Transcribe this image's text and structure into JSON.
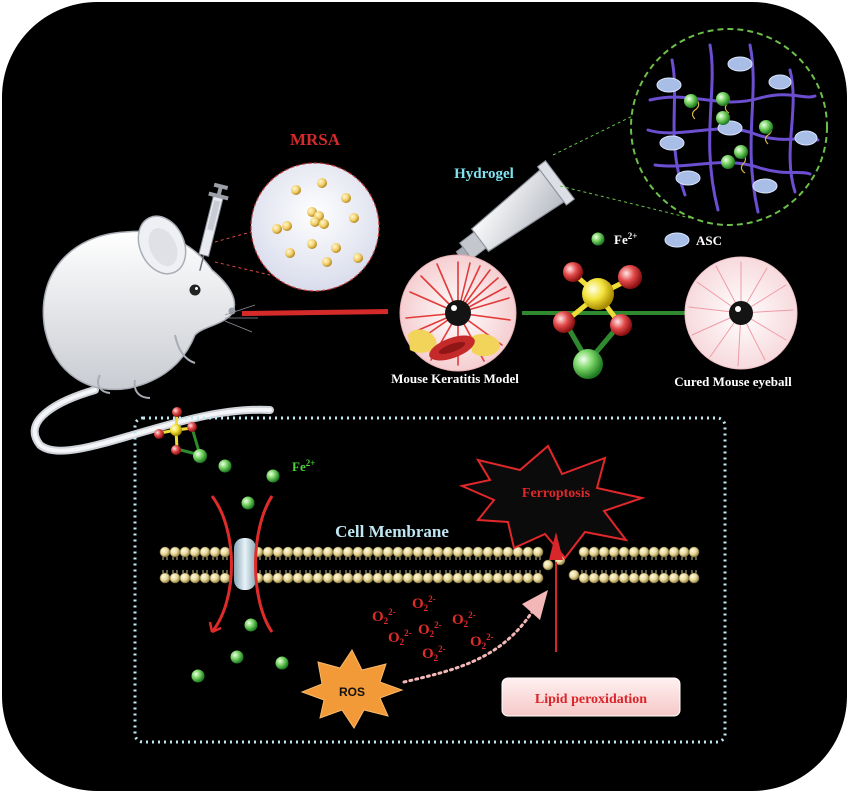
{
  "labels": {
    "mrsa": "MRSA",
    "hydrogel": "Hydrogel",
    "fe_top": "Fe",
    "fe_top_sup": "2+",
    "asc": "ASC",
    "keratitis": "Mouse Keratitis Model",
    "cured": "Cured Mouse eyeball",
    "fe_cell": "Fe",
    "fe_cell_sup": "2+",
    "ferroptosis": "Ferroptosis",
    "cell_membrane": "Cell Membrane",
    "ros": "ROS",
    "lipid_peroxidation": "Lipid peroxidation",
    "superoxide_base": "O",
    "superoxide_sub": "2",
    "superoxide_sup": "2-"
  },
  "colors": {
    "background": "#000000",
    "mrsa_red": "#d42a2a",
    "hydrogel_cyan": "#7fe3ef",
    "fe_green": "#4cd43a",
    "membrane_label": "#bfe6f2",
    "ferroptosis_red": "#e0282a",
    "ros_orange": "#f29a38",
    "lipid_red": "#d9262b",
    "dotted_frame": "#bfe9f2",
    "net_purple": "#6c4fd0",
    "net_green_dash": "#6cc04a"
  },
  "icons": [
    "mouse-icon",
    "syringe-icon",
    "tube-icon",
    "eyeball-icon",
    "molecule-icon",
    "hydrogel-network-icon",
    "iron-ion-icon",
    "asc-icon",
    "ferroptosis-burst-icon",
    "ros-burst-icon"
  ]
}
